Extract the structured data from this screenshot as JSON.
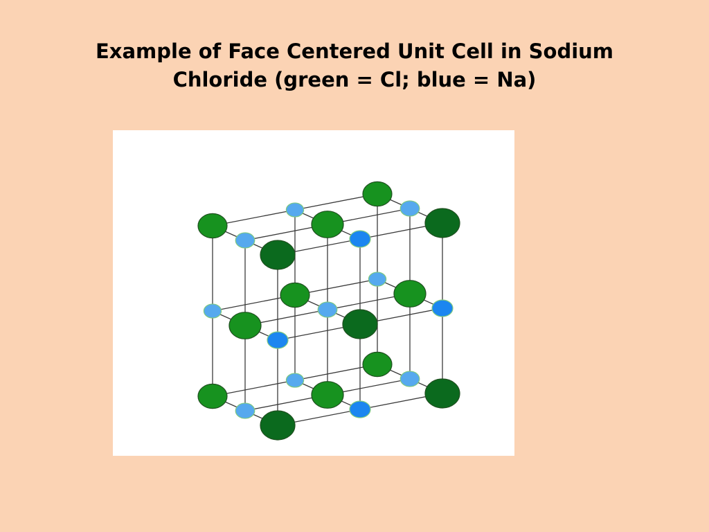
{
  "slide": {
    "background": "#FBD3B4",
    "title_lines": [
      "Example of Face Centered Unit Cell in Sodium",
      "Chloride (green = Cl; blue = Na)"
    ]
  },
  "diagram": {
    "panel_background": "#ffffff",
    "bond_color": "#3a3a3a",
    "atom_outline": "#1f4f1f",
    "species": {
      "Cl": {
        "name": "Cl",
        "legend_color": "green",
        "color_front": "#0b6a1e",
        "color_back": "#17921f"
      },
      "Na": {
        "name": "Na",
        "legend_color": "blue",
        "color_front": "#1c86f0",
        "color_back": "#56a9ee"
      }
    },
    "lattice": {
      "nodes_per_axis": 3,
      "atom_count": 27,
      "bond_count": 54,
      "projection": "oblique"
    }
  }
}
